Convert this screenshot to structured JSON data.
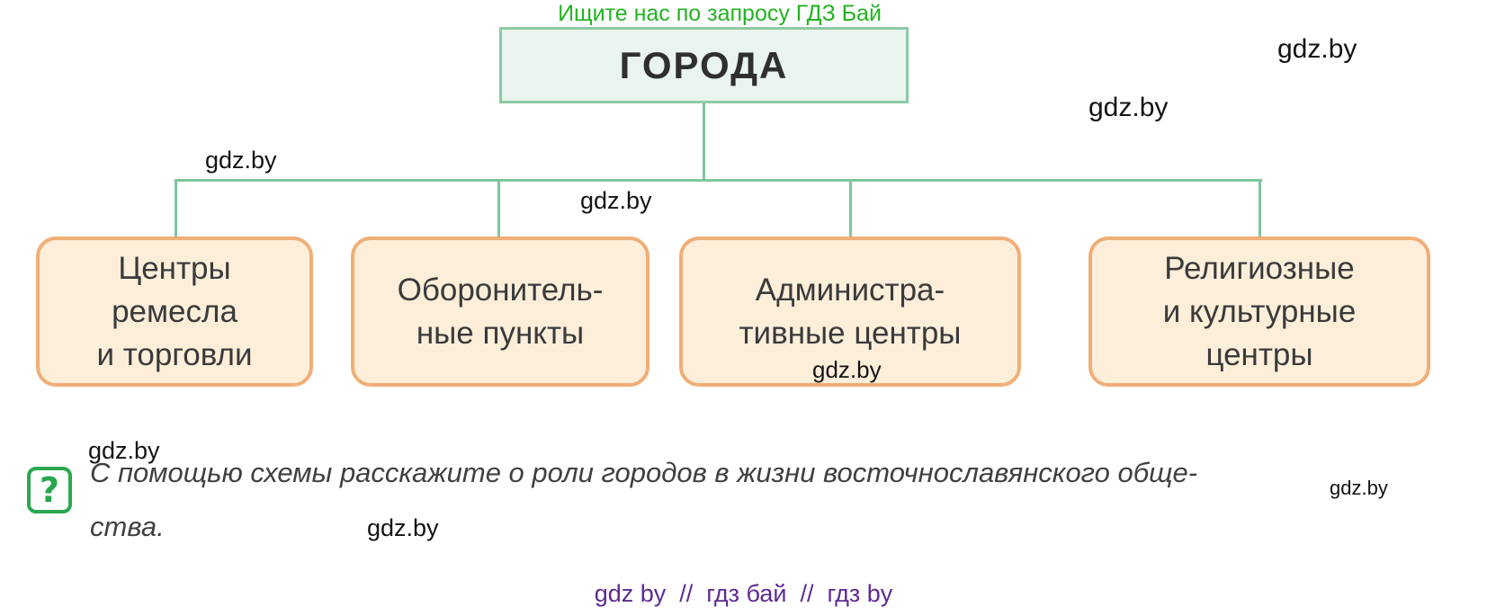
{
  "banner": {
    "text": "Ищите нас по запросу ГДЗ Бай",
    "color": "#22b322"
  },
  "diagram": {
    "root": {
      "label": "ГОРОДА",
      "fill_color": "#e9f4ef",
      "border_color": "#8ecaa4"
    },
    "connector_color": "#7ec79d",
    "children": [
      {
        "label": "Центры\nремесла\nи торговли"
      },
      {
        "label": "Оборонитель-\nные пункты"
      },
      {
        "label": "Администра-\nтивные центры"
      },
      {
        "label": "Религиозные\nи культурные\nцентры"
      }
    ],
    "child_fill_color": "#fdeeda",
    "child_border_color": "#f0ae77"
  },
  "question": {
    "icon_glyph": "?",
    "icon_color": "#2aa84f",
    "text": "С помощью схемы расскажите о роли городов в жизни восточнославянского обще-\nства."
  },
  "watermarks": [
    "gdz.by",
    "gdz.by",
    "gdz.by",
    "gdz.by",
    "gdz.by",
    "gdz.by",
    "gdz.by",
    "gdz.by"
  ],
  "footer": {
    "text": "gdz by  //  гдз бай  //  гдз by",
    "color": "#5e2b91"
  }
}
